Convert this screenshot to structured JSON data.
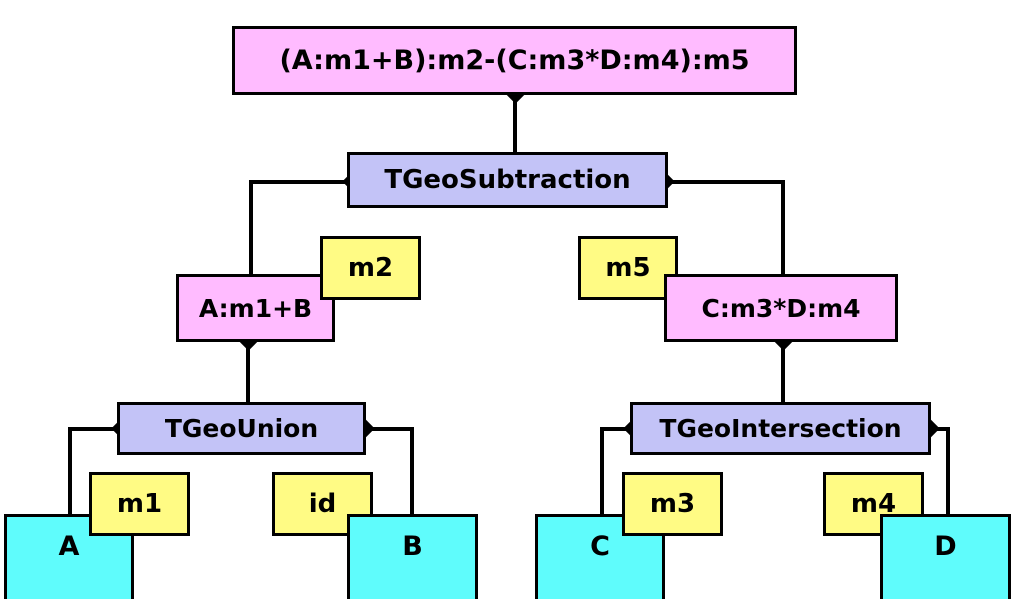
{
  "diagram": {
    "title": "TGeo composite shape expression tree",
    "background": "#ffffff",
    "colors": {
      "expression_box": "#ffbbff",
      "class_box": "#c3c3f7",
      "matrix_box": "#fffb84",
      "shape_box": "#5ffcfc",
      "stroke": "#000000",
      "text": "#000000"
    }
  },
  "nodes": {
    "root_expression": {
      "label": "(A:m1+B):m2-(C:m3*D:m4):m5",
      "kind": "expression"
    },
    "subtraction": {
      "label": "TGeoSubtraction",
      "kind": "class"
    },
    "left_expression": {
      "label": "A:m1+B",
      "kind": "expression"
    },
    "right_expression": {
      "label": "C:m3*D:m4",
      "kind": "expression"
    },
    "matrix_m2": {
      "label": "m2",
      "kind": "matrix"
    },
    "matrix_m5": {
      "label": "m5",
      "kind": "matrix"
    },
    "union": {
      "label": "TGeoUnion",
      "kind": "class"
    },
    "intersection": {
      "label": "TGeoIntersection",
      "kind": "class"
    },
    "matrix_m1": {
      "label": "m1",
      "kind": "matrix"
    },
    "matrix_id": {
      "label": "id",
      "kind": "matrix"
    },
    "matrix_m3": {
      "label": "m3",
      "kind": "matrix"
    },
    "matrix_m4": {
      "label": "m4",
      "kind": "matrix"
    },
    "shape_a": {
      "label": "A",
      "kind": "shape"
    },
    "shape_b": {
      "label": "B",
      "kind": "shape"
    },
    "shape_c": {
      "label": "C",
      "kind": "shape"
    },
    "shape_d": {
      "label": "D",
      "kind": "shape"
    }
  }
}
